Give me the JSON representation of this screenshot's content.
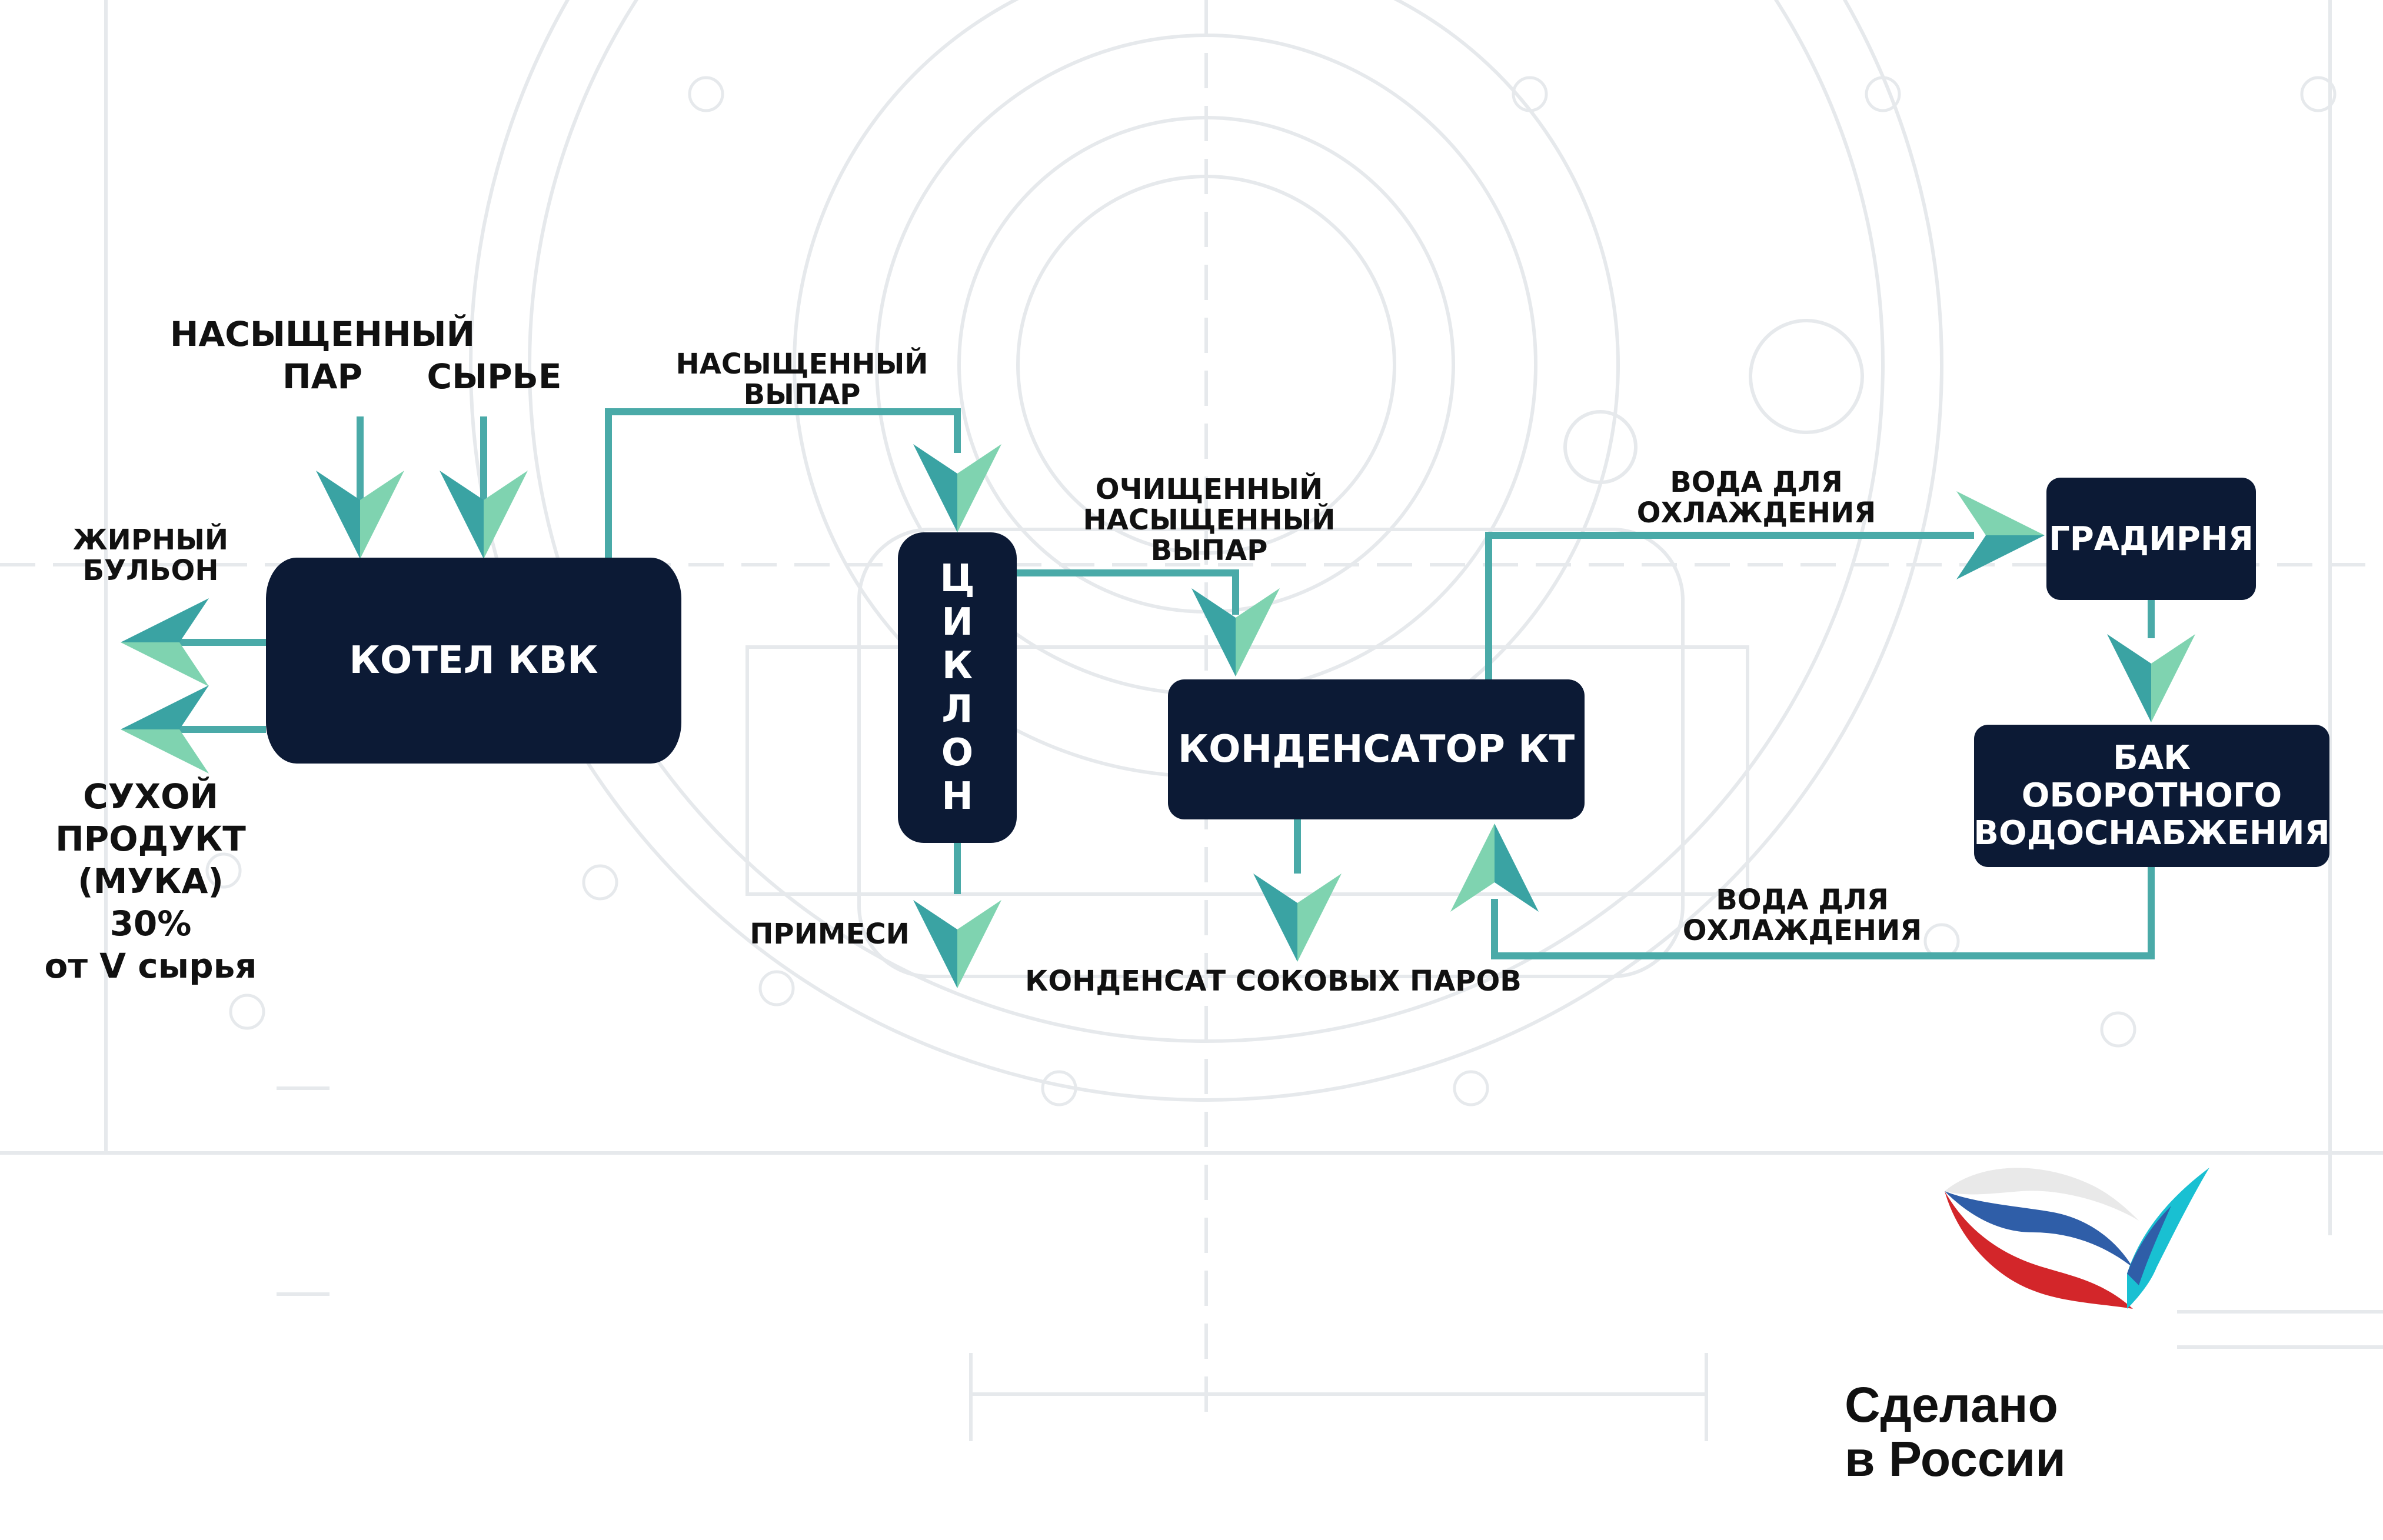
{
  "colors": {
    "node_fill": "#0c1a35",
    "flow_line": "#4aaaa8",
    "arrow_light": "#7fd3b0",
    "arrow_dark": "#3aa3a3",
    "blueprint": "#e6e9ec",
    "flag_white": "#e9e9e9",
    "flag_blue": "#2f5ea8",
    "flag_red": "#d3262a",
    "flag_cyan": "#19c0d2"
  },
  "nodes": {
    "kvk": "КОТЕЛ КВК",
    "cyclone_letters": [
      "Ц",
      "И",
      "К",
      "Л",
      "О",
      "Н"
    ],
    "kt": "КОНДЕНСАТОР КТ",
    "gradirnya": "ГРАДИРНЯ",
    "tank": "БАК\nОБОРОТНОГО\nВОДОСНАБЖЕНИЯ"
  },
  "labels": {
    "steam_in": "НАСЫЩЕННЫЙ\nПАР",
    "raw": "СЫРЬЕ",
    "fat": "ЖИРНЫЙ\nБУЛЬОН",
    "dry": "СУХОЙ\nПРОДУКТ\n(МУКА)\n30%\nот V сырья",
    "vapor": "НАСЫЩЕННЫЙ\nВЫПАР",
    "clean_vapor": "ОЧИЩЕННЫЙ\nНАСЫЩЕННЫЙ\nВЫПАР",
    "impurities": "ПРИМЕСИ",
    "condensate": "КОНДЕНСАТ СОКОВЫХ ПАРОВ",
    "water_top": "ВОДА ДЛЯ\nОХЛАЖДЕНИЯ",
    "water_bottom": "ВОДА ДЛЯ\nОХЛАЖДЕНИЯ"
  },
  "logo": {
    "text": "Сделано\nв России"
  }
}
